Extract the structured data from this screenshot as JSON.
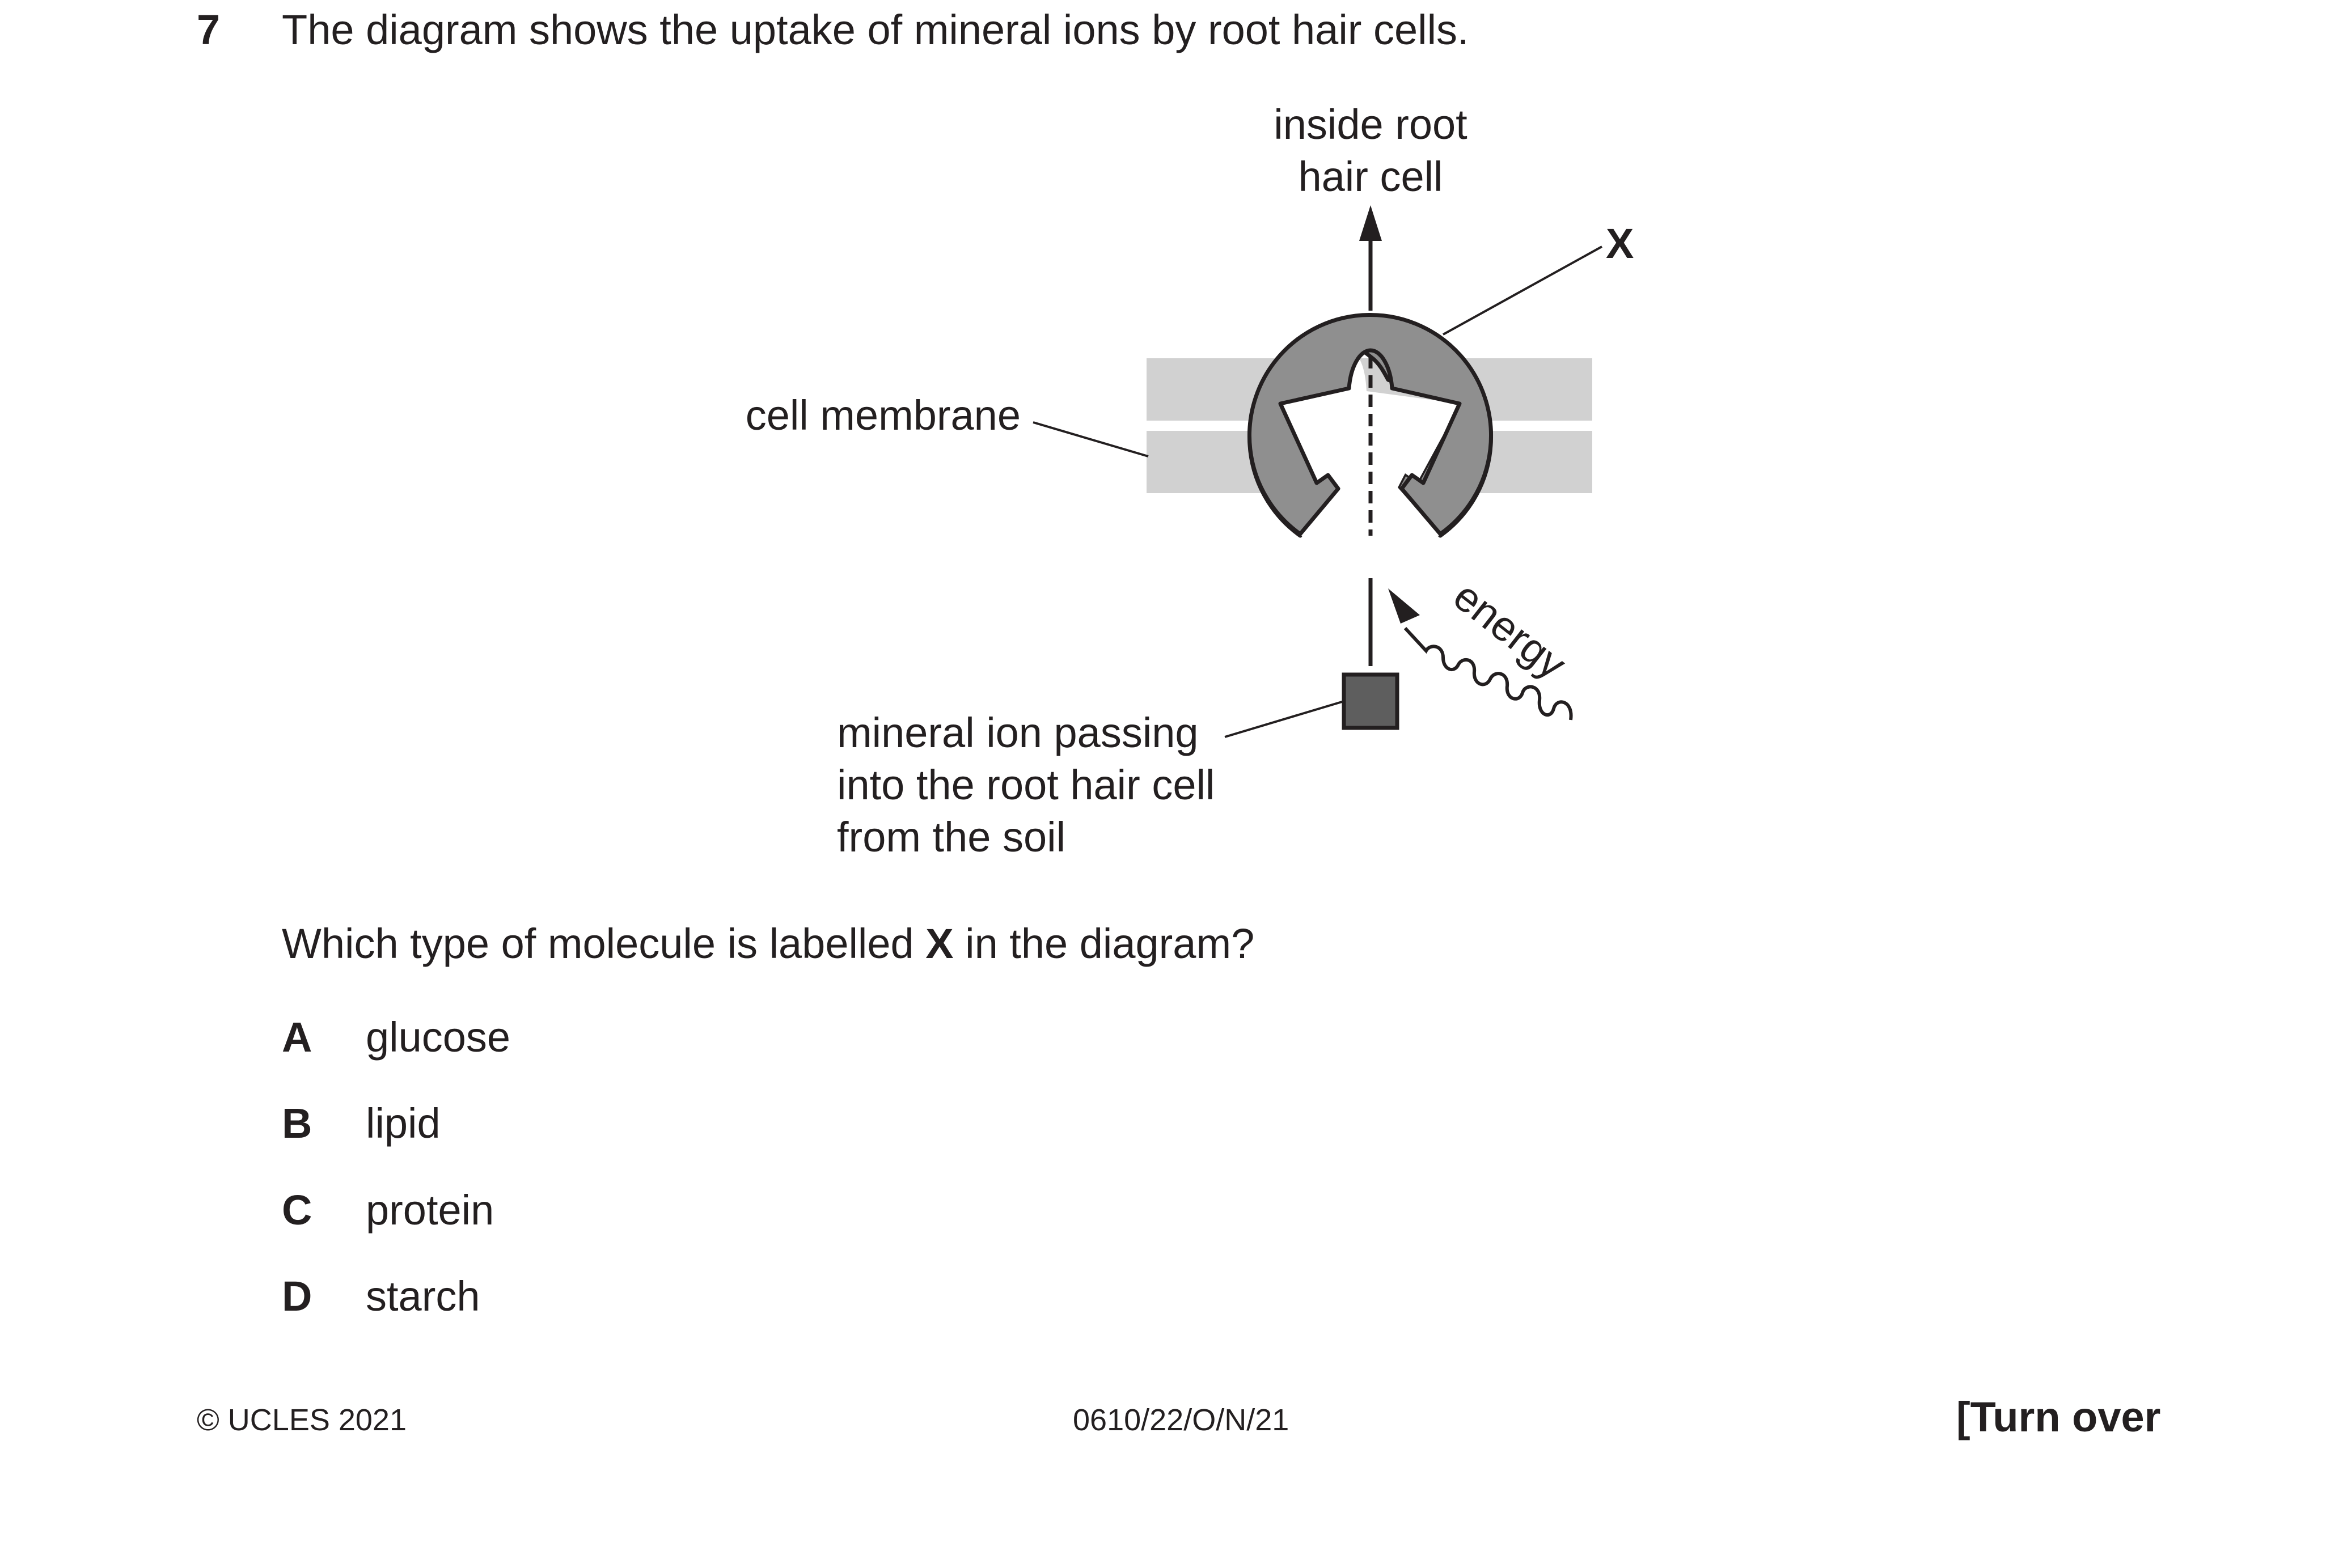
{
  "question": {
    "number": "7",
    "stem": "The diagram shows the uptake of mineral ions by root hair cells."
  },
  "diagram": {
    "label_inside_line1": "inside root",
    "label_inside_line2": "hair cell",
    "label_x": "X",
    "label_membrane": "cell membrane",
    "label_energy": "energy",
    "label_ion_line1": "mineral ion passing",
    "label_ion_line2": "into the root hair cell",
    "label_ion_line3": "from the soil"
  },
  "prompt": {
    "before": "Which type of molecule is labelled ",
    "bold": "X",
    "after": " in the diagram?"
  },
  "options": [
    {
      "letter": "A",
      "text": "glucose"
    },
    {
      "letter": "B",
      "text": "lipid"
    },
    {
      "letter": "C",
      "text": "protein"
    },
    {
      "letter": "D",
      "text": "starch"
    }
  ],
  "footer": {
    "copyright": "© UCLES 2021",
    "code": "0610/22/O/N/21",
    "turn_over": "[Turn over"
  }
}
